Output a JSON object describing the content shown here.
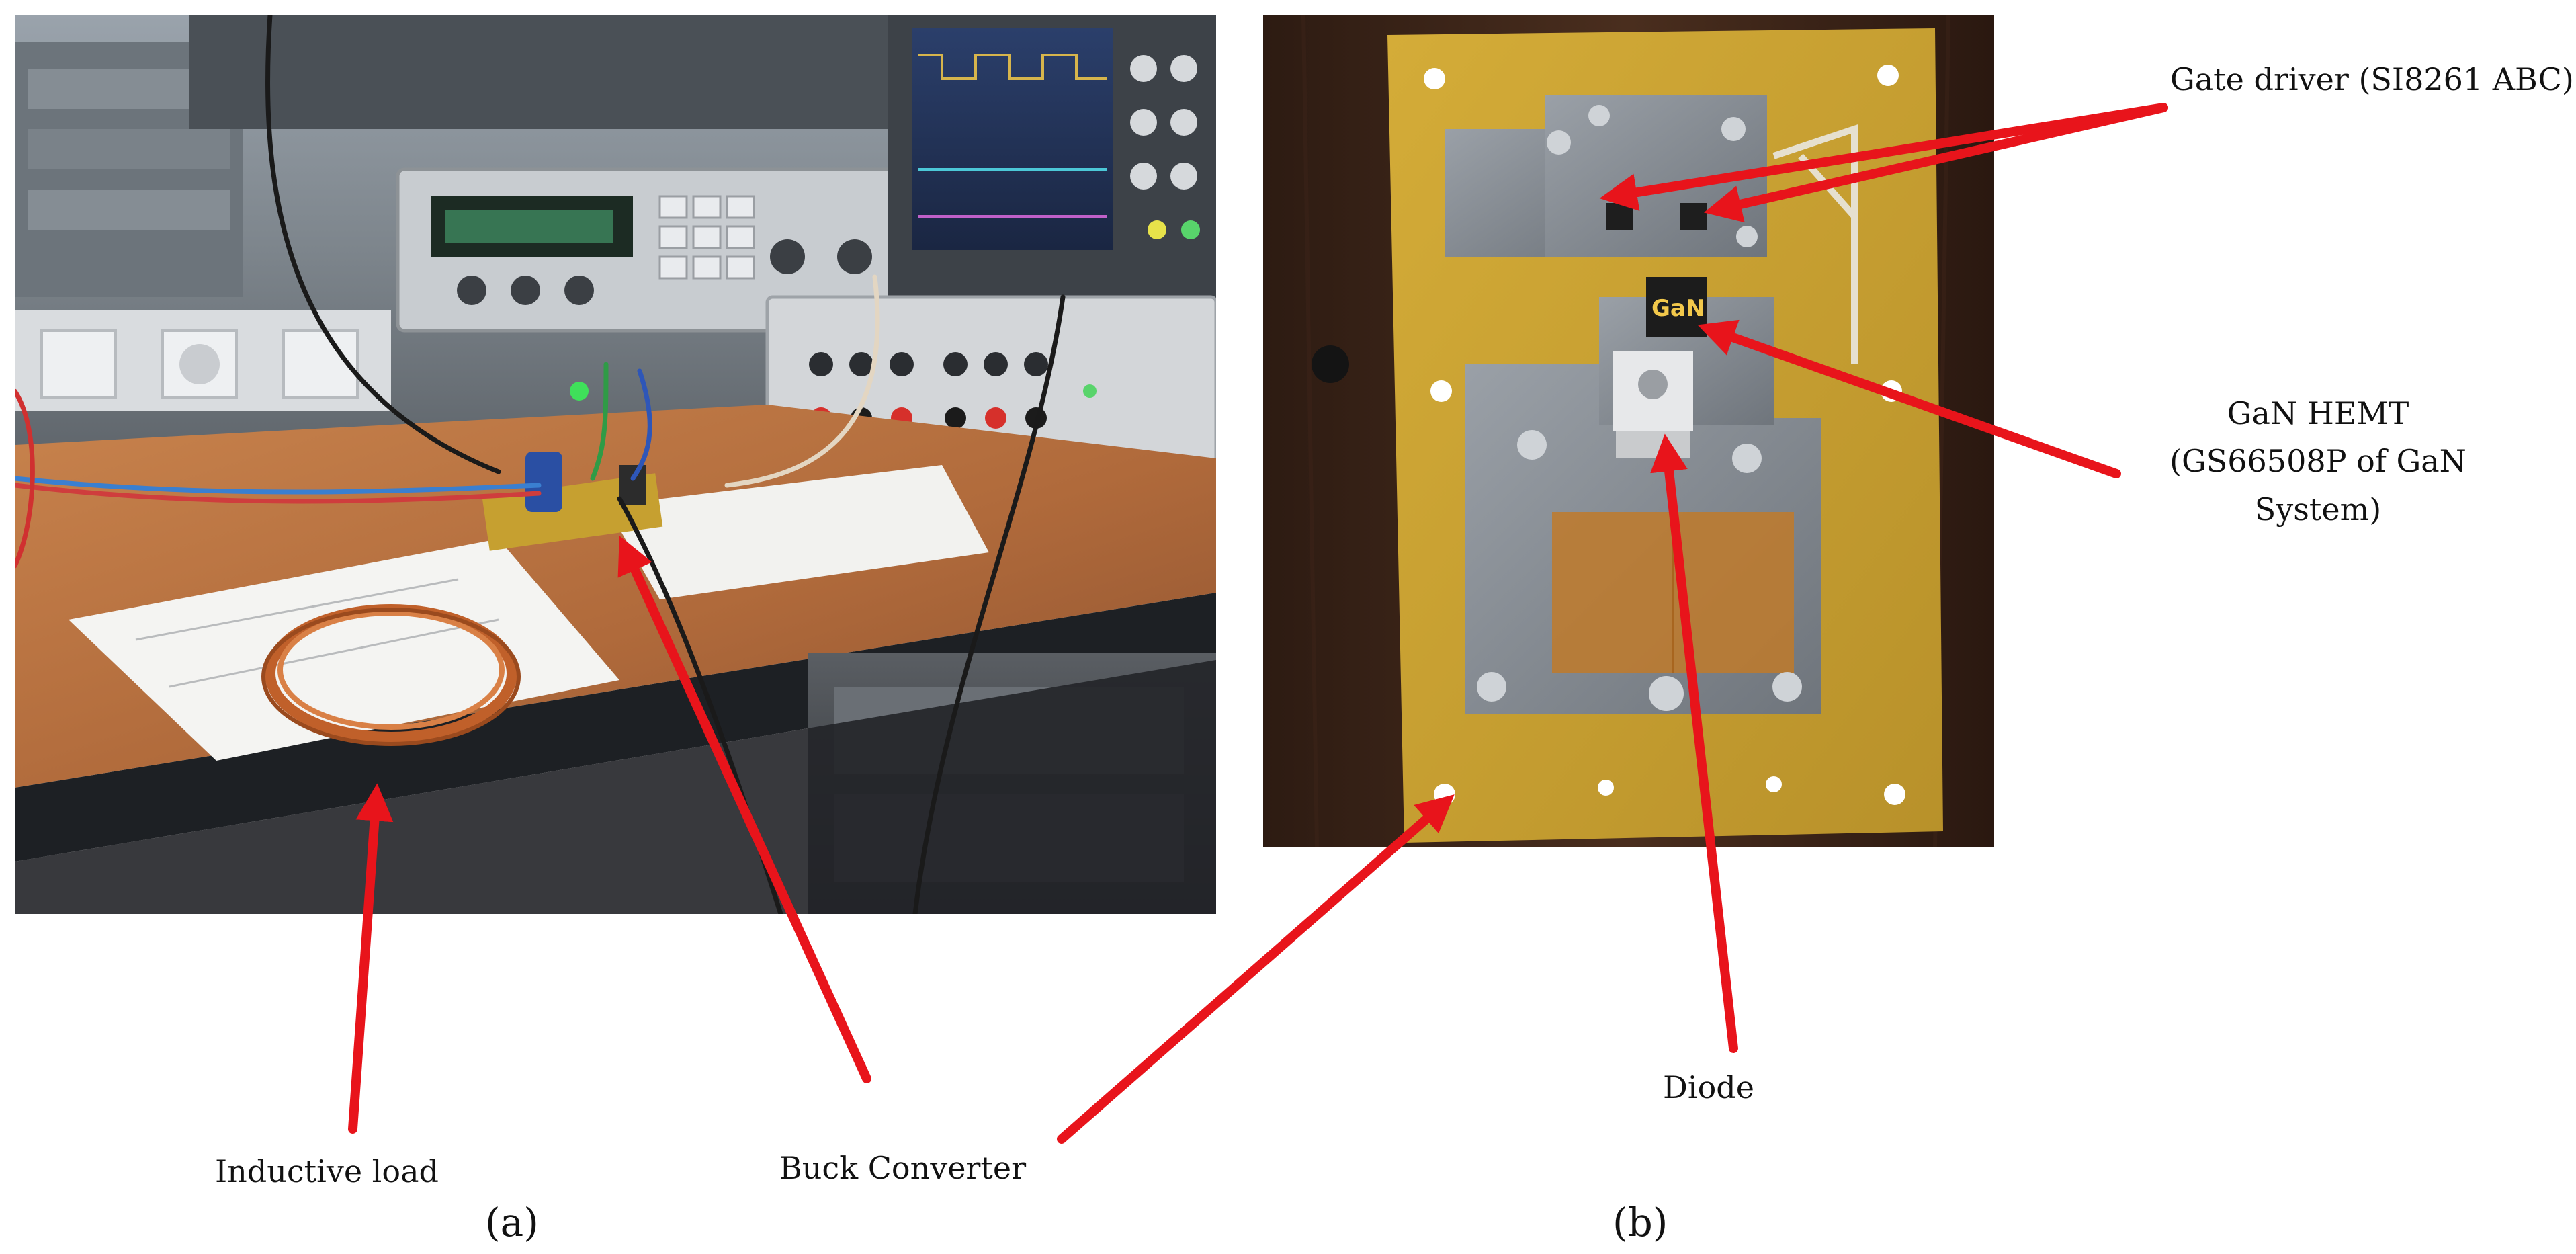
{
  "figure": {
    "panel_a": {
      "label": "(a)",
      "callouts": {
        "inductive_load": "Inductive load",
        "buck_converter": "Buck Converter"
      }
    },
    "panel_b": {
      "label": "(b)",
      "callouts": {
        "gate_driver": "Gate driver (SI8261 ABC)",
        "gan_hemt_line1": "GaN HEMT",
        "gan_hemt_line2": "(GS66508P of GaN",
        "gan_hemt_line3": "System)",
        "diode": "Diode",
        "chip_marking": "GaN"
      }
    }
  },
  "colors": {
    "arrow": "#e8141b",
    "pcb": "#c9a12e",
    "copper_pad": "#8a8f96",
    "bench_copper": "#b8703e",
    "wood_background": "#3a2418",
    "text": "#111111"
  }
}
